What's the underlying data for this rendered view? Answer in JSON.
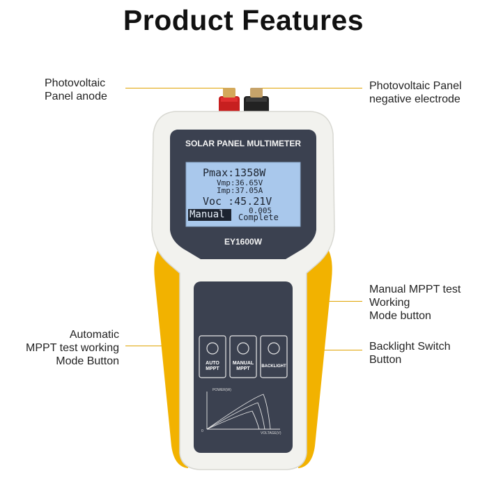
{
  "title": "Product Features",
  "callouts": {
    "pv_anode": [
      "Photovoltaic",
      "Panel anode"
    ],
    "pv_negative": [
      "Photovoltaic Panel",
      "negative electrode"
    ],
    "manual_btn": [
      "Manual MPPT test",
      "Working",
      "Mode button"
    ],
    "auto_btn": [
      "Automatic",
      "MPPT test working",
      "Mode Button"
    ],
    "backlight_btn": [
      "Backlight Switch",
      "Button"
    ]
  },
  "device": {
    "header": "SOLAR PANEL MULTIMETER",
    "model": "EY1600W",
    "lcd": {
      "pmax": "Pmax:1358W",
      "vmp": "Vmp:36.65V",
      "imp": "Imp:37.05A",
      "voc": "Voc :45.21V",
      "mode": "Manual",
      "value": "0.005",
      "status": "Complete"
    },
    "buttons": {
      "auto": [
        "AUTO",
        "MPPT"
      ],
      "manual": [
        "MANUAL",
        "MPPT"
      ],
      "backlight": "BACKLIGHT"
    },
    "curve": {
      "y_label": "POWER(W)",
      "x_label": "VOLTAGE(V)",
      "origin": "0"
    }
  },
  "colors": {
    "accent": "#e0a300",
    "body": "#f2f2ee",
    "panel": "#3b4150",
    "lcd": "#a9c8ec",
    "yellow": "#f2b200"
  }
}
